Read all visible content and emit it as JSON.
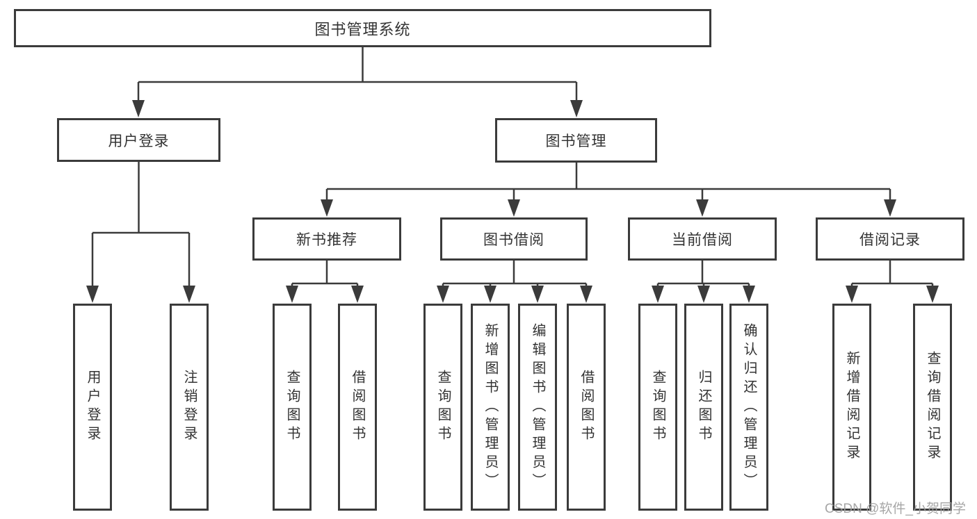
{
  "diagram": {
    "root": {
      "label": "图书管理系统"
    },
    "level2": [
      {
        "label": "用户登录",
        "children": [
          {
            "label": "用户登录"
          },
          {
            "label": "注销登录"
          }
        ]
      },
      {
        "label": "图书管理",
        "children": [
          {
            "label": "新书推荐",
            "children": [
              {
                "label": "查询图书"
              },
              {
                "label": "借阅图书"
              }
            ]
          },
          {
            "label": "图书借阅",
            "children": [
              {
                "label": "查询图书"
              },
              {
                "label": "新增图书（管理员）"
              },
              {
                "label": "编辑图书（管理员）"
              },
              {
                "label": "借阅图书"
              }
            ]
          },
          {
            "label": "当前借阅",
            "children": [
              {
                "label": "查询图书"
              },
              {
                "label": "归还图书"
              },
              {
                "label": "确认归还（管理员）"
              }
            ]
          },
          {
            "label": "借阅记录",
            "children": [
              {
                "label": "新增借阅记录"
              },
              {
                "label": "查询借阅记录"
              }
            ]
          }
        ]
      }
    ],
    "watermark": "CSDN @软件_小贺同学"
  },
  "colors": {
    "line": "#3b3b3b",
    "text": "#333333",
    "background": "#ffffff",
    "watermark": "#9e9e9e"
  }
}
